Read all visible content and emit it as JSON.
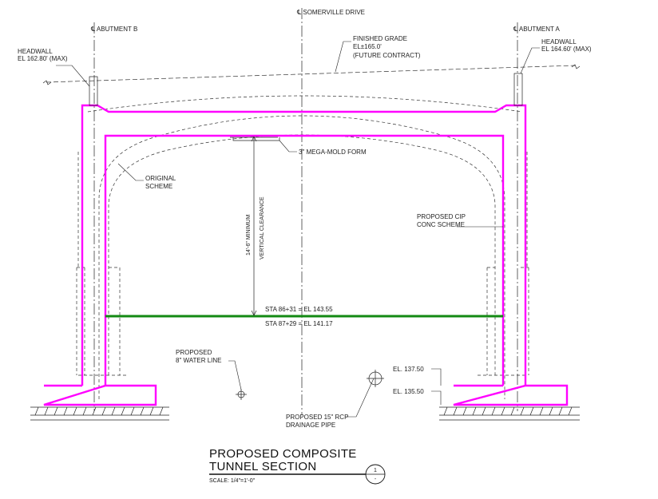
{
  "labels": {
    "cl_abutment_b": "℄ ABUTMENT B",
    "cl_somerville": "℄ SOMERVILLE DRIVE",
    "cl_abutment_a": "℄ ABUTMENT A",
    "headwall_b_1": "HEADWALL",
    "headwall_b_2": "EL 162.80' (MAX)",
    "headwall_a_1": "HEADWALL",
    "headwall_a_2": "EL 164.60' (MAX)",
    "finished_grade_1": "FINISHED GRADE",
    "finished_grade_2": "EL±165.0'",
    "finished_grade_3": "(FUTURE CONTRACT)",
    "mega_mold": "3\" MEGA-MOLD FORM",
    "original_scheme_1": "ORIGINAL",
    "original_scheme_2": "SCHEME",
    "clearance_1": "14'-6\" MINIMUM",
    "clearance_2": "VERTICAL CLEARANCE",
    "proposed_cip_1": "PROPOSED CIP",
    "proposed_cip_2": "CONC SCHEME",
    "sta_1": "STA 86+31 = EL 143.55",
    "sta_2": "STA 87+29 = EL 141.17",
    "water_line_1": "PROPOSED",
    "water_line_2": "8\" WATER LINE",
    "el_137": "EL. 137.50",
    "el_135": "EL. 135.50",
    "rcp_1": "PROPOSED 15\" RCP",
    "rcp_2": "DRAINAGE PIPE"
  },
  "title": {
    "line1": "PROPOSED COMPOSITE",
    "line2": "TUNNEL SECTION",
    "scale": "SCALE: 1/4\"=1'-0\"",
    "marker_top": "1",
    "marker_bottom": "-"
  },
  "colors": {
    "proposed_structure": "#ff00ff",
    "roadway_profile": "#138a13"
  }
}
